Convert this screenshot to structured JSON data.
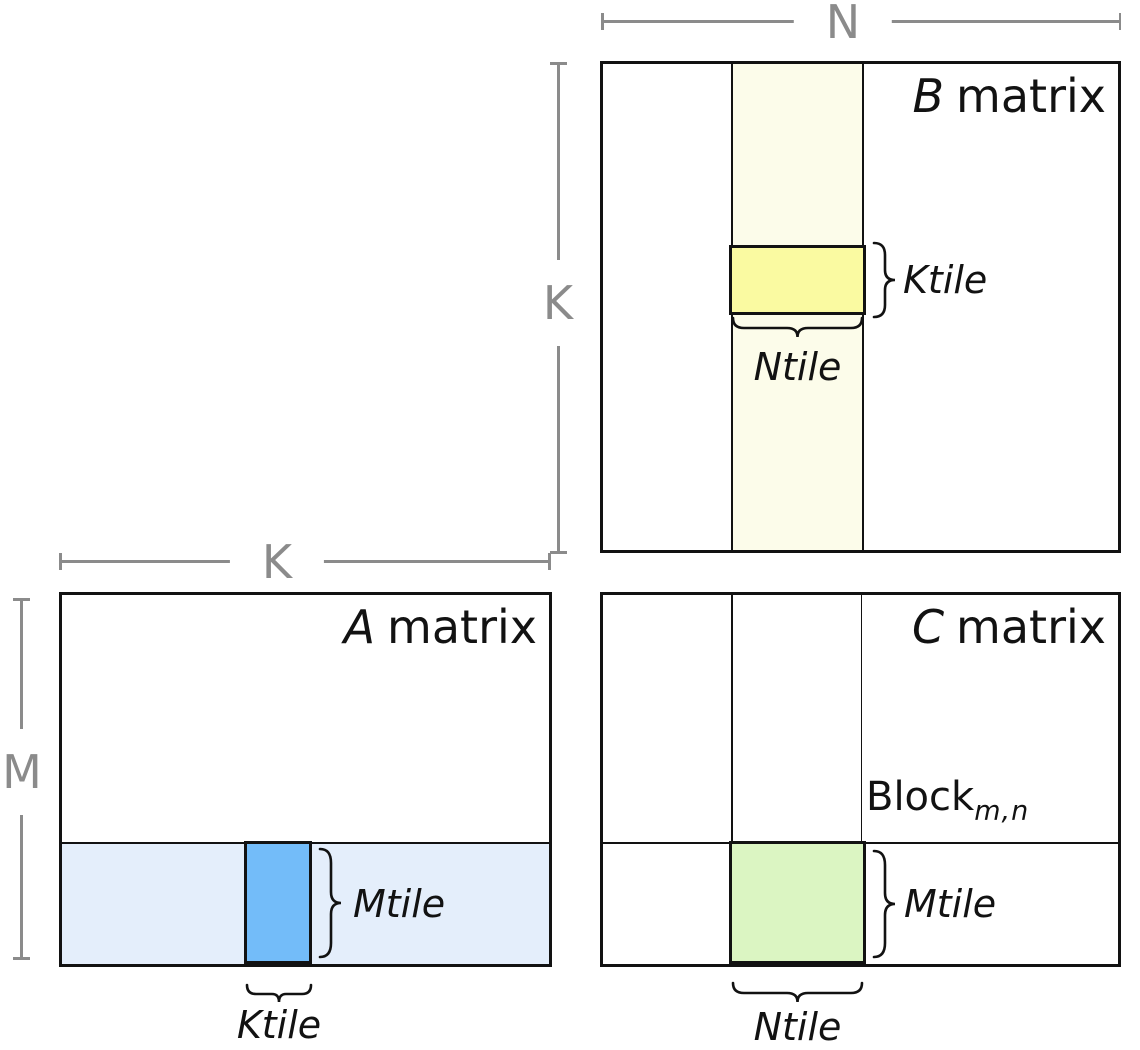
{
  "dimensions": {
    "n_label": "N",
    "k_label_b": "K",
    "k_label_a": "K",
    "m_label": "M"
  },
  "matrix_b": {
    "letter": "B",
    "word": "matrix",
    "ktile_label": "Ktile",
    "ntile_label": "Ntile"
  },
  "matrix_a": {
    "letter": "A",
    "word": "matrix",
    "mtile_label": "Mtile",
    "ktile_label": "Ktile"
  },
  "matrix_c": {
    "letter": "C",
    "word": "matrix",
    "block_label": "Block",
    "block_subscript": "m,n",
    "mtile_label": "Mtile",
    "ntile_label": "Ntile"
  },
  "colors": {
    "b_strip": "#FCFCEA",
    "b_tile": "#FAFAA1",
    "a_strip": "#E4EEFB",
    "a_tile": "#73BCF9",
    "c_tile": "#DBF5C2",
    "dim_line": "#8B8B8B",
    "ink": "#121212"
  }
}
